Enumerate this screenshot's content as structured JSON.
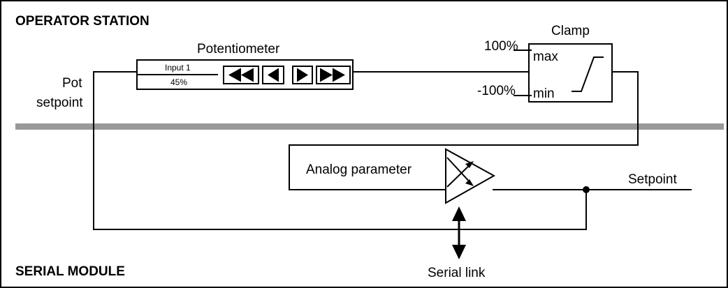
{
  "sections": {
    "top_title": "OPERATOR STATION",
    "bottom_title": "SERIAL MODULE"
  },
  "potentiometer": {
    "title": "Potentiometer",
    "input_label": "Input 1",
    "value_label": "45%",
    "value_fraction": 0.45,
    "buttons": [
      {
        "icon": "fast-rewind-icon"
      },
      {
        "icon": "step-back-icon"
      },
      {
        "icon": "step-forward-icon"
      },
      {
        "icon": "fast-forward-icon"
      }
    ]
  },
  "pot_setpoint": {
    "line1": "Pot",
    "line2": "setpoint"
  },
  "clamp": {
    "title": "Clamp",
    "max_value": "100%",
    "min_value": "-100%",
    "max_label": "max",
    "min_label": "min"
  },
  "analog": {
    "label": "Analog parameter"
  },
  "outputs": {
    "setpoint_label": "Setpoint",
    "serial_link_label": "Serial link"
  },
  "colors": {
    "separator": "#999999",
    "line": "#000000",
    "background": "#ffffff"
  }
}
